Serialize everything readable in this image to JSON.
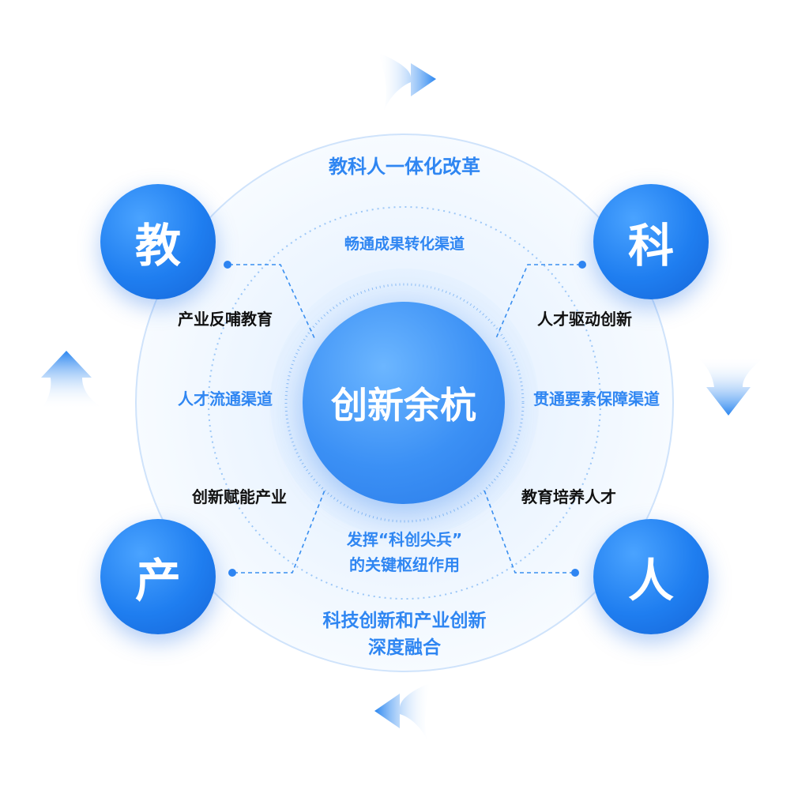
{
  "center": "创新余杭",
  "corners": {
    "jiao": "教",
    "ke": "科",
    "chan": "产",
    "ren": "人"
  },
  "ring_labels": {
    "top_outer": "教科人一体化改革",
    "top_inner": "畅通成果转化渠道",
    "left_mid": "人才流通渠道",
    "right_mid": "贯通要素保障渠道",
    "bottom_inner_1": "发挥“科创尖兵”",
    "bottom_inner_2": "的关键枢纽作用",
    "bottom_outer_1": "科技创新和产业创新",
    "bottom_outer_2": "深度融合"
  },
  "relations": {
    "chan_to_jiao": "产业反哺教育",
    "ke_to_ren": "人才驱动创新",
    "innov_to_chan": "创新赋能产业",
    "jiao_to_ren": "教育培养人才"
  },
  "colors": {
    "accent": "#2f86f2",
    "dark": "#111111",
    "ring": "#d7e9ff"
  }
}
